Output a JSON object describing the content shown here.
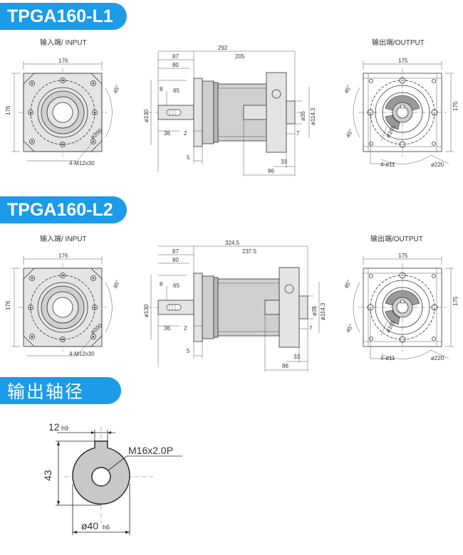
{
  "sections": [
    {
      "title": "TPGA160-L1",
      "input_caption": "输入端/ INPUT",
      "output_caption": "输出端/OUTPUT",
      "input_dims": {
        "width": "176",
        "height": "176",
        "angle": "45°",
        "bolt_circle": "ø200",
        "holes": "4-M12x30"
      },
      "side_dims": {
        "total": "292",
        "d87": "87",
        "d205": "205",
        "d80": "80",
        "d8": "8",
        "d65": "65",
        "d36": "36",
        "d2": "2",
        "d5": "5",
        "d7": "7",
        "d33": "33",
        "d86": "86",
        "dia130": "ø130",
        "dia35": "ø35",
        "dia114": "ø114.3"
      },
      "output_dims": {
        "width": "175",
        "height": "175",
        "angle_a": "45°",
        "angle_b": "45°",
        "bolt_circle": "ø165",
        "holes": "4-ø11",
        "outer": "ø220"
      }
    },
    {
      "title": "TPGA160-L2",
      "input_caption": "输入端/ INPUT",
      "output_caption": "输出端/OUTPUT",
      "input_dims": {
        "width": "176",
        "height": "176",
        "angle": "45°",
        "bolt_circle": "ø200",
        "holes": "4-M12x30"
      },
      "side_dims": {
        "total": "324.5",
        "d87": "87",
        "d205": "237.5",
        "d80": "80",
        "d8": "8",
        "d65": "65",
        "d36": "36",
        "d2": "2",
        "d5": "5",
        "d7": "7",
        "d33": "33",
        "d86": "86",
        "dia130": "ø130",
        "dia35": "ø35",
        "dia114": "ø114.3"
      },
      "output_dims": {
        "width": "175",
        "height": "175",
        "angle_a": "45°",
        "angle_b": "45°",
        "bolt_circle": "ø165",
        "holes": "4-ø11",
        "outer": "ø220"
      }
    }
  ],
  "shaft": {
    "title": "输出轴径",
    "key_width": "12",
    "key_tol": "h9",
    "height": "43",
    "thread": "M16x2.0P",
    "diameter": "ø40",
    "dia_tol": "h6"
  },
  "colors": {
    "badge": "#1b9be8",
    "line": "#333333",
    "metal": "#cfcfcf"
  }
}
